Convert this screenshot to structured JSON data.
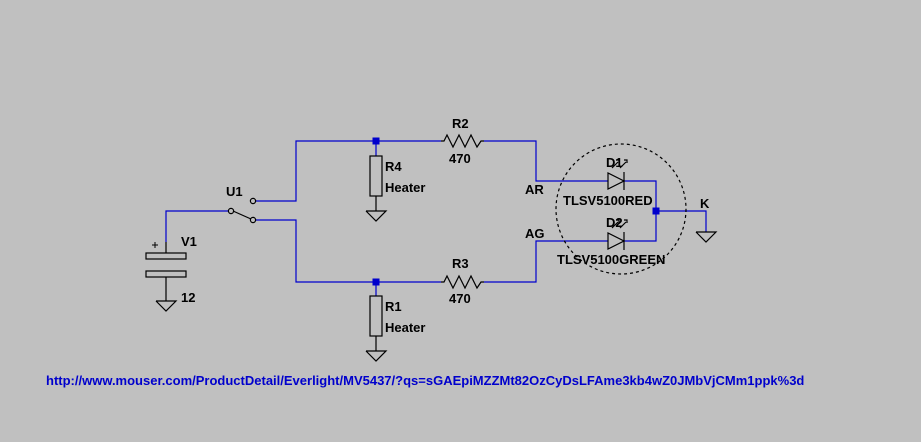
{
  "components": {
    "switch": {
      "ref": "U1"
    },
    "battery": {
      "ref": "V1",
      "value": "12"
    },
    "r1": {
      "ref": "R1",
      "value": "Heater"
    },
    "r2": {
      "ref": "R2",
      "value": "470"
    },
    "r3": {
      "ref": "R3",
      "value": "470"
    },
    "r4": {
      "ref": "R4",
      "value": "Heater"
    },
    "d1": {
      "ref": "D1",
      "value": "TLSV5100RED"
    },
    "d2": {
      "ref": "D2",
      "value": "TLSV5100GREEN"
    }
  },
  "nets": {
    "ar": "AR",
    "ag": "AG",
    "k": "K"
  },
  "link_text": "http://www.mouser.com/ProductDetail/Everlight/MV5437/?qs=sGAEpiMZZMt82OzCyDsLFAme3kb4wZ0JMbVjCMm1ppk%3d",
  "colors": {
    "background": "#c0c0c0",
    "wire": "#0000cc",
    "component": "#000000",
    "junction": "#0000cc",
    "link": "#0000cc"
  }
}
